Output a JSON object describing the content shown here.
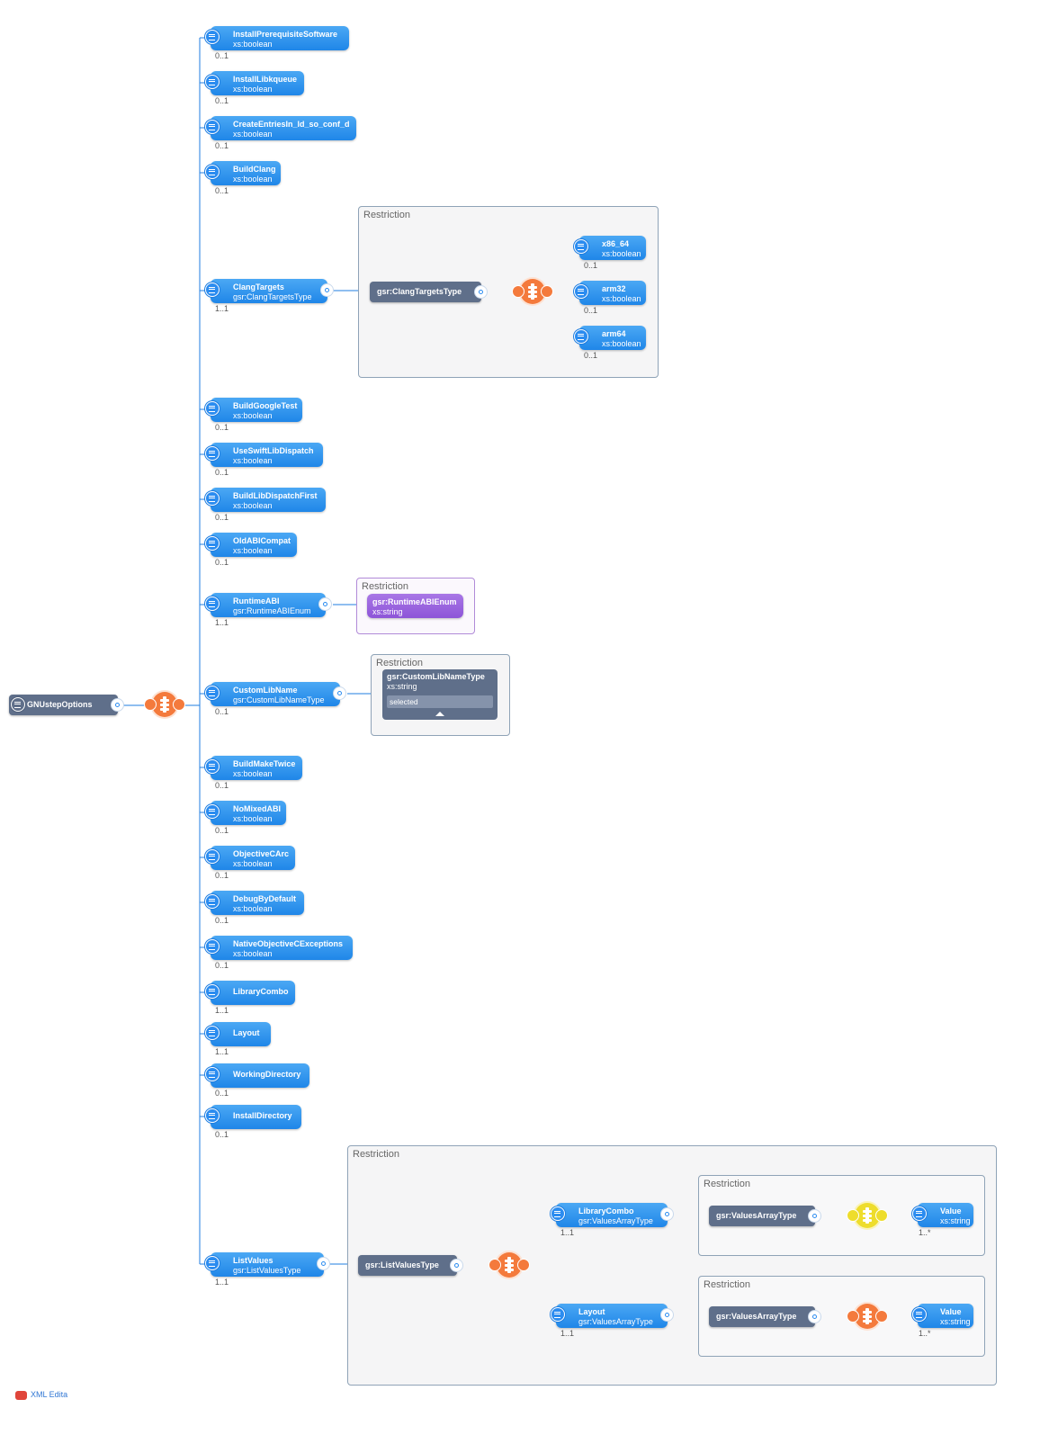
{
  "root": {
    "name": "GNUstepOptions"
  },
  "children": [
    {
      "name": "InstallPrerequisiteSoftware",
      "type": "xs:boolean",
      "occurs": "0..1"
    },
    {
      "name": "InstallLibkqueue",
      "type": "xs:boolean",
      "occurs": "0..1"
    },
    {
      "name": "CreateEntriesIn_ld_so_conf_d",
      "type": "xs:boolean",
      "occurs": "0..1"
    },
    {
      "name": "BuildClang",
      "type": "xs:boolean",
      "occurs": "0..1"
    },
    {
      "name": "ClangTargets",
      "type": "gsr:ClangTargetsType",
      "occurs": "1..1"
    },
    {
      "name": "BuildGoogleTest",
      "type": "xs:boolean",
      "occurs": "0..1"
    },
    {
      "name": "UseSwiftLibDispatch",
      "type": "xs:boolean",
      "occurs": "0..1"
    },
    {
      "name": "BuildLibDispatchFirst",
      "type": "xs:boolean",
      "occurs": "0..1"
    },
    {
      "name": "OldABICompat",
      "type": "xs:boolean",
      "occurs": "0..1"
    },
    {
      "name": "RuntimeABI",
      "type": "gsr:RuntimeABIEnum",
      "occurs": "1..1"
    },
    {
      "name": "CustomLibName",
      "type": "gsr:CustomLibNameType",
      "occurs": "0..1"
    },
    {
      "name": "BuildMakeTwice",
      "type": "xs:boolean",
      "occurs": "0..1"
    },
    {
      "name": "NoMixedABI",
      "type": "xs:boolean",
      "occurs": "0..1"
    },
    {
      "name": "ObjectiveCArc",
      "type": "xs:boolean",
      "occurs": "0..1"
    },
    {
      "name": "DebugByDefault",
      "type": "xs:boolean",
      "occurs": "0..1"
    },
    {
      "name": "NativeObjectiveCExceptions",
      "type": "xs:boolean",
      "occurs": "0..1"
    },
    {
      "name": "LibraryCombo",
      "type": "",
      "occurs": "1..1"
    },
    {
      "name": "Layout",
      "type": "",
      "occurs": "1..1"
    },
    {
      "name": "WorkingDirectory",
      "type": "",
      "occurs": "0..1"
    },
    {
      "name": "InstallDirectory",
      "type": "",
      "occurs": "0..1"
    },
    {
      "name": "ListValues",
      "type": "gsr:ListValuesType",
      "occurs": "1..1"
    }
  ],
  "restriction_label": "Restriction",
  "clang": {
    "type_name": "gsr:ClangTargetsType",
    "children": [
      {
        "name": "x86_64",
        "type": "xs:boolean",
        "occurs": "0..1"
      },
      {
        "name": "arm32",
        "type": "xs:boolean",
        "occurs": "0..1"
      },
      {
        "name": "arm64",
        "type": "xs:boolean",
        "occurs": "0..1"
      }
    ]
  },
  "runtime_abi": {
    "name": "gsr:RuntimeABIEnum",
    "type": "xs:string"
  },
  "custom_lib": {
    "name": "gsr:CustomLibNameType",
    "type": "xs:string",
    "selected": "selected"
  },
  "list_values": {
    "type_name": "gsr:ListValuesType",
    "children": [
      {
        "name": "LibraryCombo",
        "type": "gsr:ValuesArrayType",
        "occurs": "1..1"
      },
      {
        "name": "Layout",
        "type": "gsr:ValuesArrayType",
        "occurs": "1..1"
      }
    ],
    "array_type": "gsr:ValuesArrayType",
    "value": {
      "name": "Value",
      "type": "xs:string",
      "occurs": "1..*"
    }
  },
  "brand": "XML Edita",
  "colors": {
    "element": "#2b8cf0",
    "complex_type": "#5f6f8a",
    "sequence": "#f47a3c",
    "enum": "#8d55d8",
    "line": "#1f7ee0"
  }
}
